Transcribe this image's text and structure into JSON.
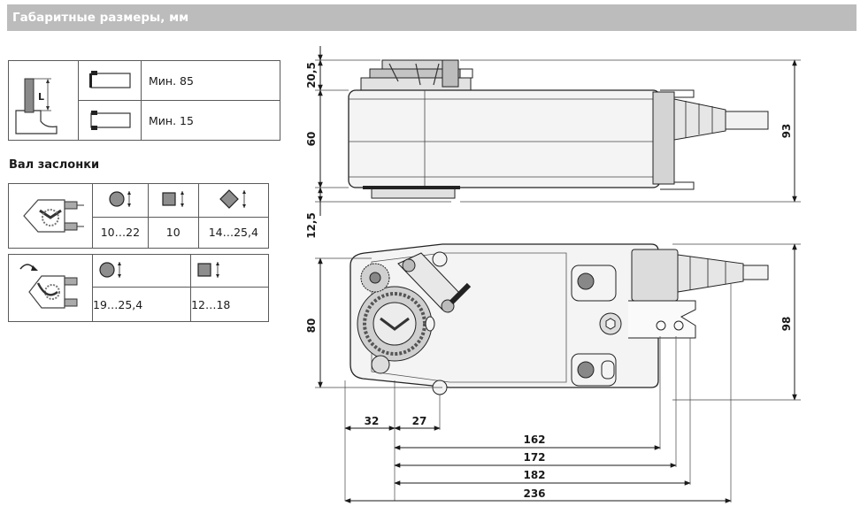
{
  "header": {
    "title": "Габаритные размеры, мм"
  },
  "length_table": {
    "symbol": "L",
    "rows": [
      {
        "label": "Мин. 85"
      },
      {
        "label": "Мин. 15"
      }
    ]
  },
  "shaft_section": {
    "title": "Вал заслонки",
    "row1": {
      "round": "10…22",
      "square": "10",
      "diagonal": "14…25,4"
    },
    "row2": {
      "round": "19…25,4",
      "square": "12…18"
    }
  },
  "drawing": {
    "side_dims": {
      "top": "20,5",
      "middle": "60",
      "bottom": "12,5",
      "total": "93"
    },
    "front_dims": {
      "height": "80",
      "total_height": "98",
      "offset_left": "32",
      "offset_mid": "27",
      "w162": "162",
      "w172": "172",
      "w182": "182",
      "w236": "236"
    }
  }
}
